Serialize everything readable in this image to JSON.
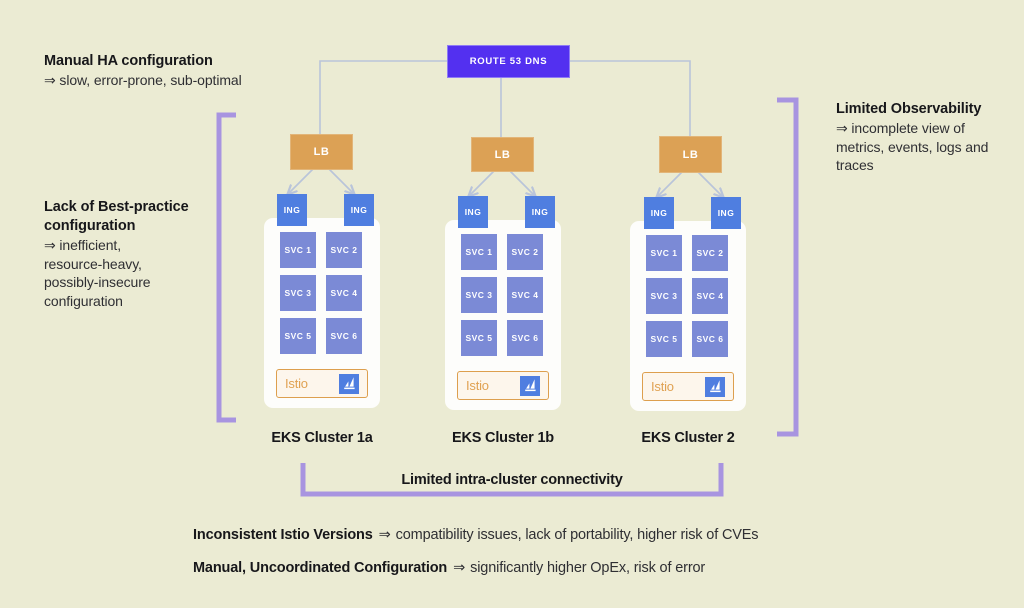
{
  "theme": {
    "background": "#ebebd3",
    "route53_fill": "#5330f0",
    "lb_fill": "#dca155",
    "ing_fill": "#4f7ee0",
    "svc_fill": "#7b8ad6",
    "card_fill": "#fdfdfb",
    "istio_border": "#dd9f4e",
    "istio_text": "#e0a253",
    "bracket_color": "#a894e0",
    "wire_color": "#b9c4da"
  },
  "dns": {
    "label": "ROUTE 53 DNS"
  },
  "notes": {
    "top_left": {
      "title": "Manual HA configuration",
      "body": "⇒ slow, error-prone, sub-optimal"
    },
    "mid_left": {
      "title": "Lack of Best-practice configuration",
      "body": "⇒ inefficient,\nresource-heavy,\npossibly-insecure\nconfiguration"
    },
    "top_right": {
      "title": "Limited Observability",
      "body": "⇒ incomplete view of\nmetrics,   events, logs and\ntraces"
    }
  },
  "clusters": [
    {
      "id": "eks-cluster-1a",
      "label": "EKS Cluster 1a",
      "lb_label": "LB",
      "ingresses": [
        "ING",
        "ING"
      ],
      "services": [
        "SVC 1",
        "SVC 2",
        "SVC 3",
        "SVC 4",
        "SVC 5",
        "SVC 6"
      ],
      "mesh": {
        "label": "Istio",
        "icon": "istio-sailboat-icon"
      }
    },
    {
      "id": "eks-cluster-1b",
      "label": "EKS Cluster 1b",
      "lb_label": "LB",
      "ingresses": [
        "ING",
        "ING"
      ],
      "services": [
        "SVC 1",
        "SVC 2",
        "SVC 3",
        "SVC 4",
        "SVC 5",
        "SVC 6"
      ],
      "mesh": {
        "label": "Istio",
        "icon": "istio-sailboat-icon"
      }
    },
    {
      "id": "eks-cluster-2",
      "label": "EKS Cluster 2",
      "lb_label": "LB",
      "ingresses": [
        "ING",
        "ING"
      ],
      "services": [
        "SVC 1",
        "SVC 2",
        "SVC 3",
        "SVC 4",
        "SVC 5",
        "SVC 6"
      ],
      "mesh": {
        "label": "Istio",
        "icon": "istio-sailboat-icon"
      }
    }
  ],
  "intra_cluster": {
    "label": "Limited intra-cluster connectivity"
  },
  "footer": [
    {
      "title": "Inconsistent Istio Versions",
      "arrow": "⇒",
      "body": "compatibility issues, lack of portability, higher risk of CVEs"
    },
    {
      "title": "Manual, Uncoordinated Configuration",
      "arrow": "⇒",
      "body": "significantly higher OpEx, risk of error"
    }
  ]
}
